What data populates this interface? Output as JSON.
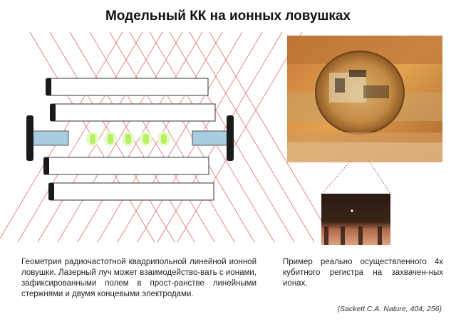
{
  "title": "Модельный КК на ионных ловушках",
  "left_caption": "Геометрия радиочастотной квадрипольной линейной ионной ловушки. Лазерный луч может взаимодейство-вать с ионами, зафиксированными полем в прост-ранстве линейными стержнями и двумя концевыми электродами.",
  "right_caption": "Пример реально осуществленного 4х кубитного регистра на захвачен-ных ионах.",
  "citation": "(Sackett C.A. Nature, 404, 256)",
  "diagram": {
    "ion_count": 5,
    "colors": {
      "laser": "#e07070",
      "rod_fill": "#ffffff",
      "rod_cap": "#1a1a1a",
      "endcap": "#a9cde0",
      "ion": "#b8f060",
      "ion_glow": "#e8fbcc"
    }
  },
  "photos": {
    "top": "trap-device-photo",
    "bottom": "ion-fluorescence-photo"
  }
}
